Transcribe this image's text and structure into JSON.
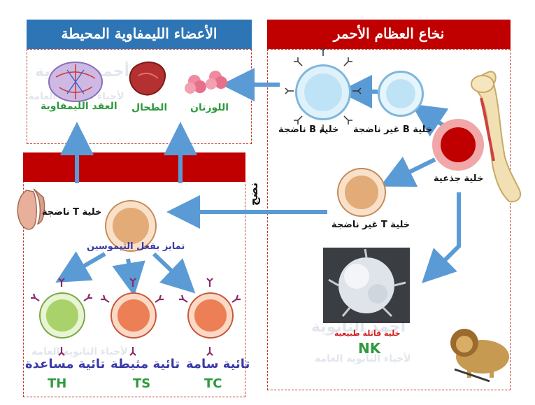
{
  "headers": {
    "peripheral": "الأعضاء الليمفاوية المحيطة",
    "bone_marrow": "نخاع العظام الأحمر"
  },
  "organs": {
    "lymph_nodes": "العقد الليمفاوية",
    "spleen": "الطحال",
    "tonsils": "اللوزتان"
  },
  "cells": {
    "mature_b": "خلية B ناضجة",
    "immature_b": "خلية B غير ناضجة",
    "stem_cell": "خلية جذعية",
    "immature_t": "خلية T غير ناضجة",
    "mature_t": "خلية T ناضجة",
    "natural_killer": "خلية قاتلة طبيعية",
    "nk_abbr": "NK"
  },
  "process": {
    "maturation": "نضج",
    "thymosin": "تمايز بفعل الثيموسين"
  },
  "t_types": {
    "helper": "تائية مساعدة",
    "helper_abbr": "TH",
    "suppressor": "تائية مثبطة",
    "suppressor_abbr": "TS",
    "cytotoxic": "تائية سامة",
    "cytotoxic_abbr": "TC"
  },
  "watermark": {
    "line1": "أحمد الثانوية",
    "line2": "لأحياء الثانوية العامة"
  },
  "colors": {
    "header_blue": "#2e75b6",
    "header_red": "#c00000",
    "arrow": "#5b9bd5",
    "label_green": "#2e9a3c",
    "label_blue": "#3a3aa8"
  }
}
